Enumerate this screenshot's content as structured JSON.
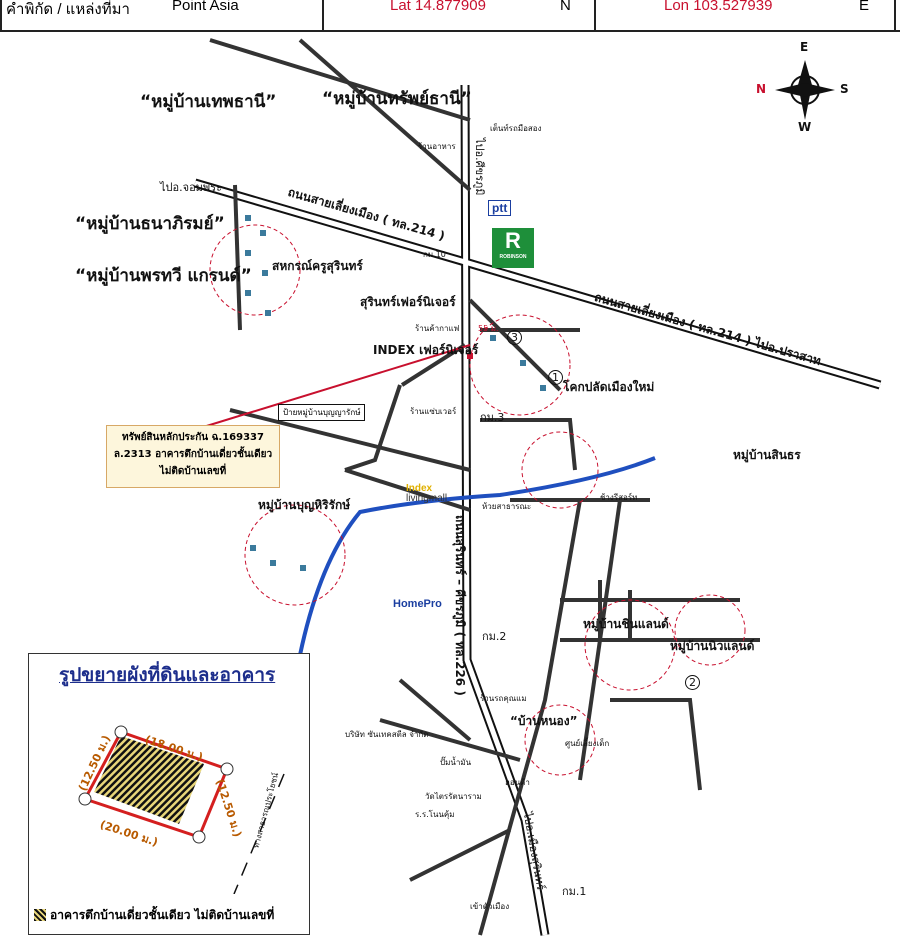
{
  "header": {
    "landmark_label": "คำพิกัด / แหล่งที่มา",
    "source": "Point Asia",
    "lat": "Lat  14.877909",
    "lat_dir": "N",
    "lon": "Lon  103.527939",
    "lon_dir": "E"
  },
  "compass": {
    "n": "N",
    "s": "S",
    "e": "E",
    "w": "W"
  },
  "villages": {
    "thep_thani": "“หมู่บ้านเทพธานี”",
    "sap_thani": "“หมู่บ้านทรัพย์ธานี”",
    "thana_phirom": "“หมู่บ้านธนาภิรมย์”",
    "phorn_thawee": "“หมู่บ้านพรทวี แกรนด์”",
    "sinthon": "หมู่บ้านสินธร",
    "bunyarak": "หมู่บ้านบุญหิริรักษ์",
    "ban_nong": "“บ้านหนอง”",
    "nivland": "หมู่บ้านนิวแลนด์",
    "chindan": "หมู่บ้านชินแลนด์"
  },
  "roads": {
    "bypass_214": "ถนนสายเลี่ยงเมือง ( ทล.214 )",
    "bypass_214_east": "ถนนสายเลี่ยงเมือง ( ทล.214 ) ไปอ.ปราสาท",
    "main_226": "ถนนสุรินทร์ – ศีขรภูมิ ( ทล.226 )",
    "to_chom_phra": "ไปอ.จอมพระ",
    "to_sikhoraphum": "ไปอ.ศีขรภูมิ",
    "to_city": "ไปอ.เมืองสุรินทร์",
    "to_city_south": "เข้าตัวเมือง"
  },
  "places": {
    "coop": "สหกรณ์ครูสุรินทร์",
    "surin_furniture": "สุรินทร์เฟอร์นิเจอร์",
    "index_furniture": "INDEX เฟอร์นิเจอร์",
    "coffee": "ร้านค้ากาแฟ",
    "distance": "55 ม.",
    "kok_plad": "โคกปลัดเมืองใหม่",
    "shop_sab": "ร้านแซ่บเวอร์",
    "km3": "กม.3",
    "km2": "กม.2",
    "km1": "กม.1",
    "km10": "กม.10",
    "restaurant": "ร้านอาหาร",
    "tent": "เต็นท์รถมือสอง",
    "chang_resort": "ช้างรีสอร์ท",
    "huai": "ห้วยสาธารณะ",
    "village_sign": "ป้ายหมู่บ้านบุญญารักษ์",
    "car_shop": "ร้านรถคุณแม",
    "company": "บริษัท ซันเทคสตีล จำกัด",
    "gas": "ปั๊มน้ำมัน",
    "wat": "วัดไตรรัตนาราม",
    "school": "ร.ร.โนนคุ้ม",
    "honda_center": "ศูนย์เลี้ยงเด็ก",
    "honda": "ฮอนด้า"
  },
  "markers": [
    "1",
    "2",
    "3"
  ],
  "logos": {
    "ptt": "ptt",
    "robinson": "R",
    "robinson_sub": "ROBINSON",
    "index": "Index",
    "index_sub": "livingmall",
    "homepro": "HomePro"
  },
  "collateral_note": {
    "line1": "ทรัพย์สินหลักประกัน ฉ.169337",
    "line2": "ล.2313 อาคารตึกบ้านเดี่ยวชั้นเดียว",
    "line3": "ไม่ติดบ้านเลขที่"
  },
  "inset": {
    "title": "รูปขยายผังที่ดินและอาคาร",
    "top_side": "(18.00 ม.)",
    "bottom_side": "(20.00 ม.)",
    "left_side": "(12.50 ม.)",
    "right_side": "(12.50 ม.)",
    "road": "ทางสาธารณประโยชน์",
    "legend": "อาคารตึกบ้านเดี่ยวชั้นเดียว ไม่ติดบ้านเลขที่"
  },
  "colors": {
    "river": "#1f4fbf",
    "accent_red": "#c8102e",
    "road": "#111111"
  }
}
